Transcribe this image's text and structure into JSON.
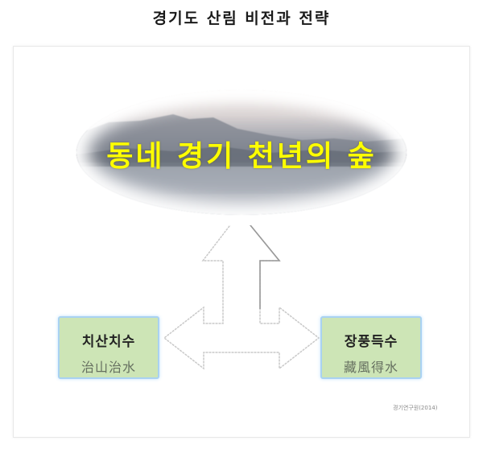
{
  "title": "경기도 산림 비전과 전략",
  "vision": {
    "slogan": "동네 경기 천년의 숲",
    "slogan_color": "#ffff00",
    "background": "mountain-lake-photo"
  },
  "arrow": {
    "shape": "three-way-arrow",
    "directions": [
      "up",
      "left",
      "right"
    ]
  },
  "strategies": [
    {
      "korean": "치산치수",
      "hanja": "治山治水"
    },
    {
      "korean": "장풍득수",
      "hanja": "藏風得水"
    }
  ],
  "box_fill_color": "#cde5b6",
  "box_border_color": "#a9d2f2",
  "source": "경기연구원(2014)"
}
